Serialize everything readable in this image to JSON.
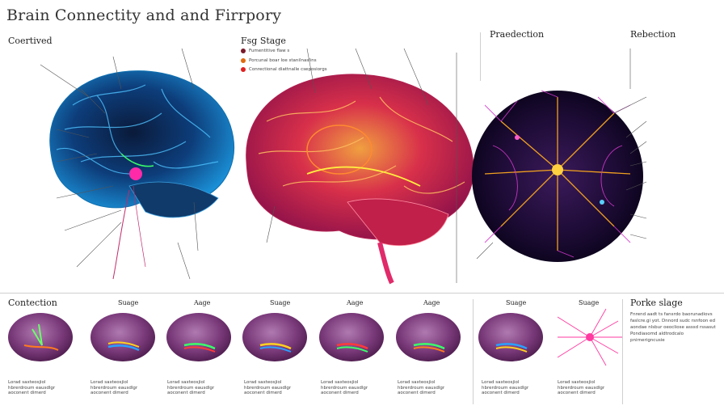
{
  "title": "Brain Connectity and and Firrpory",
  "top": {
    "left_panel_header": "Coertived",
    "middle_panel_header": "Fsg Stage",
    "right_panel_header_1": "Praedection",
    "right_panel_header_2": "Rebection",
    "legend": [
      {
        "text": "Fumentitive flaw s",
        "color": "#7a1a2a"
      },
      {
        "text": "Porcunal boar loe stanilnaslins",
        "color": "#e06a10"
      },
      {
        "text": "Conrectional diattnalle cseposiorgs",
        "color": "#e02020"
      }
    ]
  },
  "bottom": {
    "section_header": "Contection",
    "final_header": "Porke slage",
    "stages": [
      "Suage",
      "Aage",
      "Suage",
      "Aage",
      "Aage",
      "Suage",
      "Suage"
    ],
    "caption": "Lorad saxteosjiol hbrerdroum eausdlgr aoconent dimerd",
    "final_text": "Fnrend aadt ts fansrdo baorunadiovs faslcre.gi yot. Dnnord sudc rsnfoon ed aondae nlsbur oeocliose asssd rssasut Pondiasomd aldtrodcalo pnirnerigncusie"
  }
}
